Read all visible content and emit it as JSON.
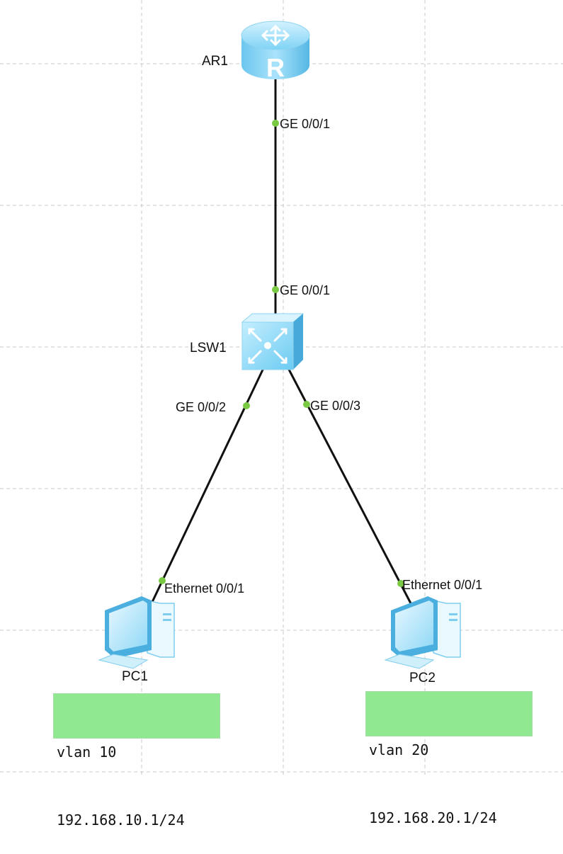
{
  "devices": {
    "router": {
      "label": "AR1",
      "icon": "router-icon"
    },
    "switch": {
      "label": "LSW1",
      "icon": "switch-icon"
    },
    "pc1": {
      "label": "PC1",
      "icon": "pc-icon"
    },
    "pc2": {
      "label": "PC2",
      "icon": "pc-icon"
    }
  },
  "ports": {
    "ar1_ge001": "GE 0/0/1",
    "lsw1_ge001": "GE 0/0/1",
    "lsw1_ge002": "GE 0/0/2",
    "lsw1_ge003": "GE 0/0/3",
    "pc1_eth001": "Ethernet 0/0/1",
    "pc2_eth001": "Ethernet 0/0/1"
  },
  "notes": {
    "pc1": {
      "vlan": "vlan 10",
      "ip": "192.168.10.1/24"
    },
    "pc2": {
      "vlan": "vlan 20",
      "ip": "192.168.20.1/24"
    }
  },
  "colors": {
    "port_dot": "#7ac943",
    "note_bg": "#90e890",
    "device_blue": "#5ec8f0"
  }
}
